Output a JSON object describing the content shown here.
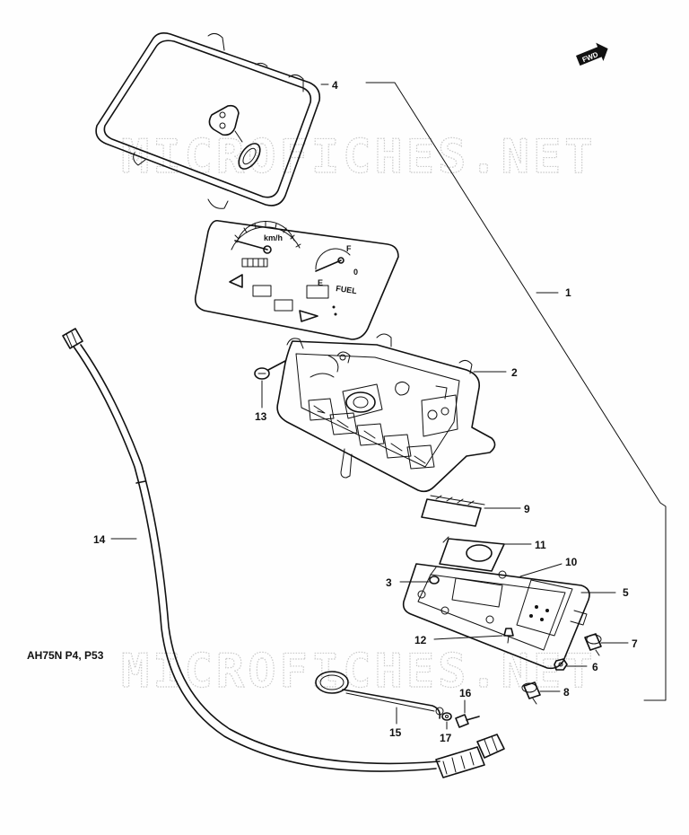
{
  "diagram": {
    "watermark_text": "MICROFICHES.NET",
    "model_code": "AH75N P4, P53",
    "direction_badge": "FWD",
    "gauge_labels": {
      "speed_unit": "km/h",
      "fuel_full": "F",
      "fuel_empty": "E",
      "fuel_zero": "0",
      "fuel_word": "FUEL"
    },
    "callouts": [
      {
        "id": "1",
        "part": "meter-assembly"
      },
      {
        "id": "2",
        "part": "meter-case"
      },
      {
        "id": "3",
        "part": "screw"
      },
      {
        "id": "4",
        "part": "meter-lens-cover"
      },
      {
        "id": "5",
        "part": "indicator-plate"
      },
      {
        "id": "6",
        "part": "nut"
      },
      {
        "id": "7",
        "part": "bulb-socket"
      },
      {
        "id": "8",
        "part": "bulb-socket"
      },
      {
        "id": "9",
        "part": "fuel-meter-unit"
      },
      {
        "id": "10",
        "part": "lens"
      },
      {
        "id": "11",
        "part": "lens-holder"
      },
      {
        "id": "12",
        "part": "screw"
      },
      {
        "id": "13",
        "part": "screw"
      },
      {
        "id": "14",
        "part": "speedometer-cable"
      },
      {
        "id": "15",
        "part": "cable-clamp"
      },
      {
        "id": "16",
        "part": "bolt"
      },
      {
        "id": "17",
        "part": "washer"
      }
    ]
  }
}
